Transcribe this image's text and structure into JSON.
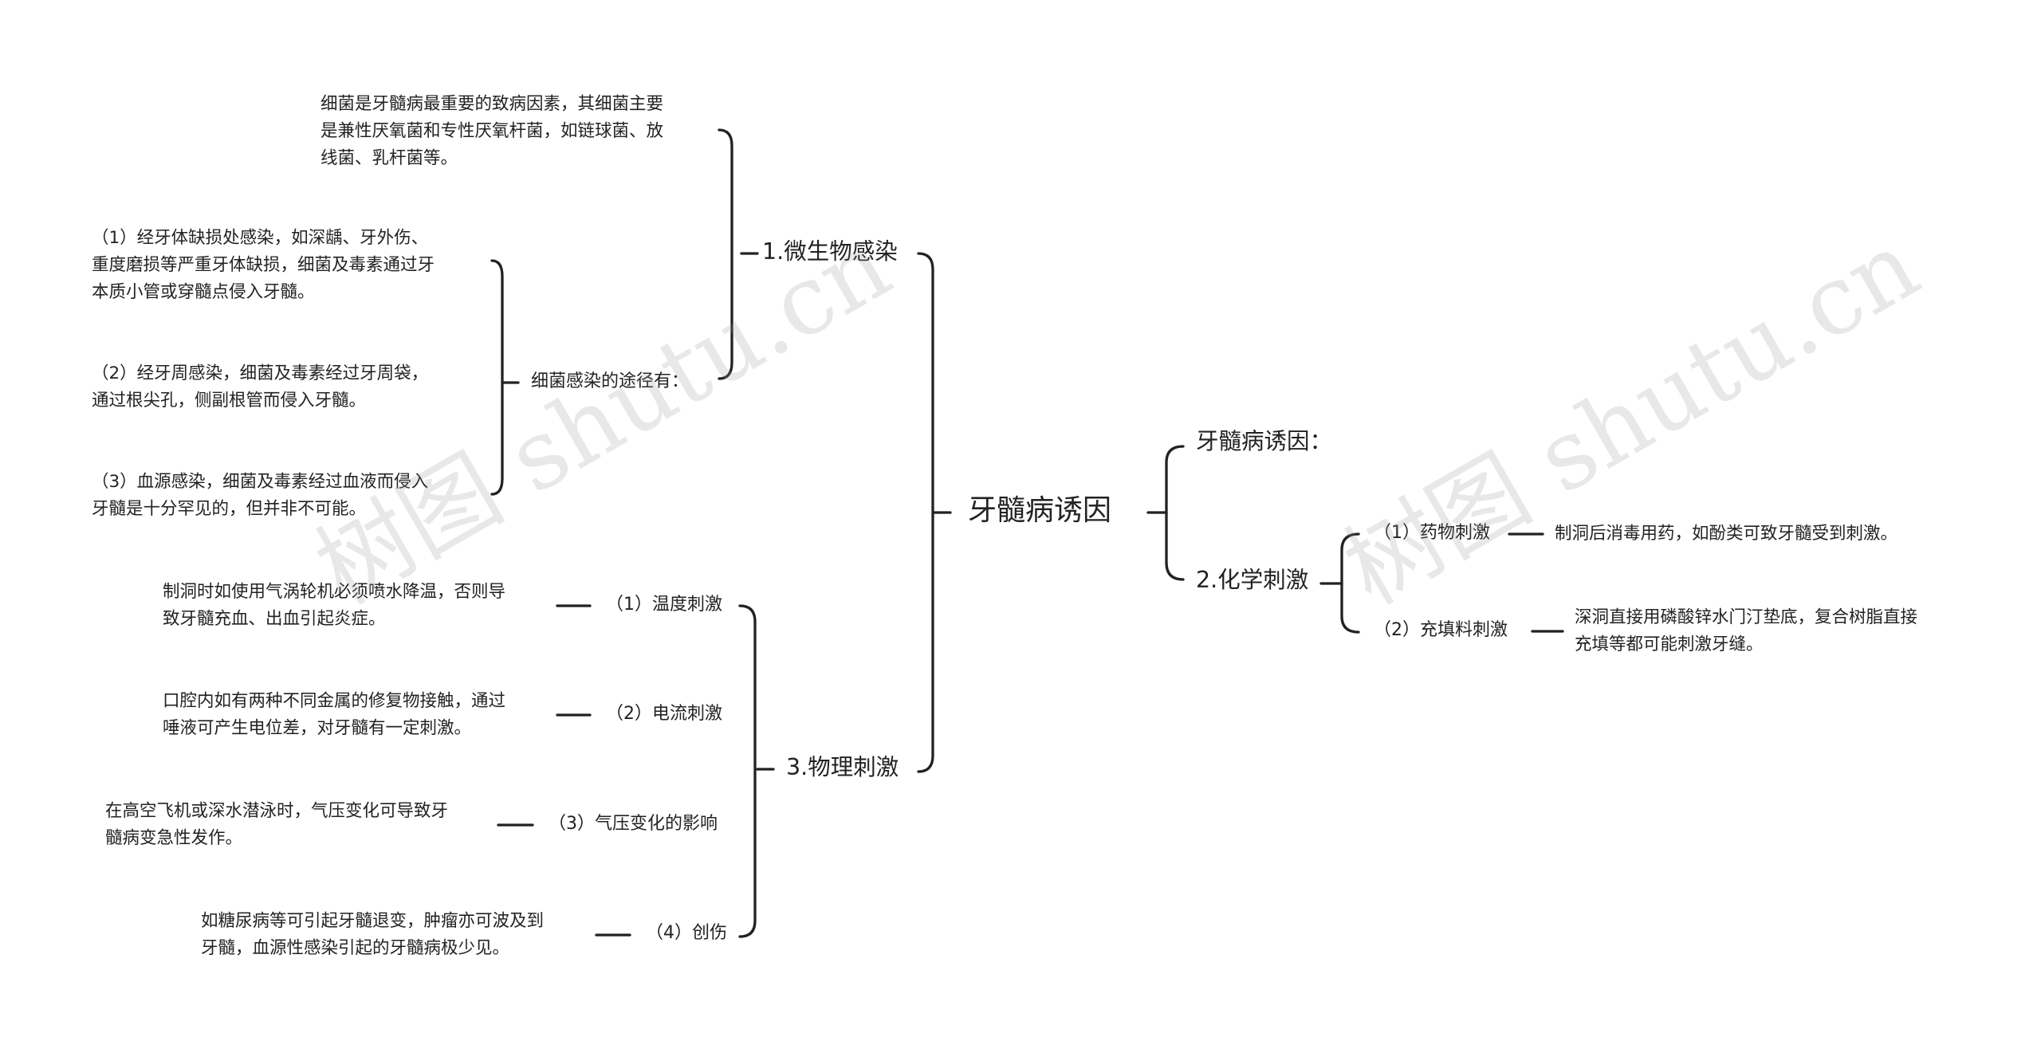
{
  "root": {
    "label": "牙髓病诱因"
  },
  "right": {
    "intro": "牙髓病诱因：",
    "chemical": {
      "label": "2.化学刺激",
      "items": [
        {
          "label": "（1）药物刺激",
          "text": "制洞后消毒用药，如酚类可致牙髓受到刺激。"
        },
        {
          "label": "（2）充填料刺激",
          "lines": [
            "深洞直接用磷酸锌水门汀垫底，复合树脂直接",
            "充填等都可能刺激牙缝。"
          ]
        }
      ]
    }
  },
  "left": {
    "micro": {
      "label": "1.微生物感染",
      "intro_lines": [
        "细菌是牙髓病最重要的致病因素，其细菌主要",
        "是兼性厌氧菌和专性厌氧杆菌，如链球菌、放",
        "线菌、乳杆菌等。"
      ],
      "route": {
        "label": "细菌感染的途径有：",
        "items": [
          {
            "lines": [
              "（1）经牙体缺损处感染，如深龋、牙外伤、",
              "重度磨损等严重牙体缺损，细菌及毒素通过牙",
              "本质小管或穿髓点侵入牙髓。"
            ]
          },
          {
            "lines": [
              "（2）经牙周感染，细菌及毒素经过牙周袋，",
              "通过根尖孔，侧副根管而侵入牙髓。"
            ]
          },
          {
            "lines": [
              "（3）血源感染，细菌及毒素经过血液而侵入",
              "牙髓是十分罕见的，但并非不可能。"
            ]
          }
        ]
      }
    },
    "physical": {
      "label": "3.物理刺激",
      "items": [
        {
          "label": "（1）温度刺激",
          "lines": [
            "制洞时如使用气涡轮机必须喷水降温，否则导",
            "致牙髓充血、出血引起炎症。"
          ]
        },
        {
          "label": "（2）电流刺激",
          "lines": [
            "口腔内如有两种不同金属的修复物接触，通过",
            "唾液可产生电位差，对牙髓有一定刺激。"
          ]
        },
        {
          "label": "（3）气压变化的影响",
          "lines": [
            "在高空飞机或深水潜泳时，气压变化可导致牙",
            "髓病变急性发作。"
          ]
        },
        {
          "label": "（4）创伤",
          "lines": [
            "如糖尿病等可引起牙髓退变，肿瘤亦可波及到",
            "牙髓，血源性感染引起的牙髓病极少见。"
          ]
        }
      ]
    }
  },
  "watermark": "树图 shutu.cn"
}
